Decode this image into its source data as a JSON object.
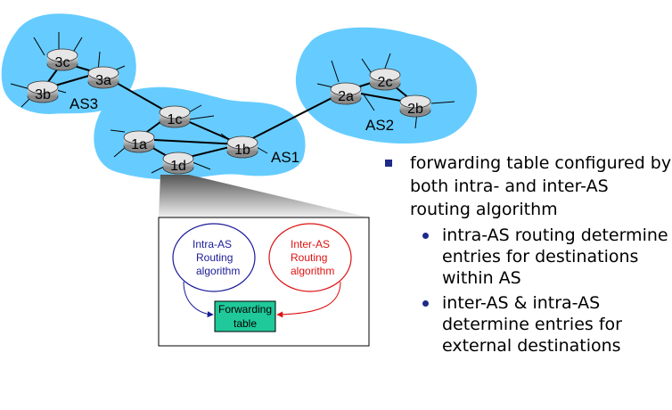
{
  "autonomous_systems": {
    "as1": "AS1",
    "as2": "AS2",
    "as3": "AS3"
  },
  "routers": {
    "r3a": "3a",
    "r3b": "3b",
    "r3c": "3c",
    "r1a": "1a",
    "r1b": "1b",
    "r1c": "1c",
    "r1d": "1d",
    "r2a": "2a",
    "r2b": "2b",
    "r2c": "2c"
  },
  "zoom_box": {
    "intra": [
      "Intra-AS",
      "Routing",
      "algorithm"
    ],
    "inter": [
      "Inter-AS",
      "Routing",
      "algorithm"
    ],
    "forwarding": [
      "Forwarding",
      "table"
    ]
  },
  "bullets": {
    "main": "forwarding table configured by both intra- and inter-AS routing algorithm",
    "sub1": "intra-AS routing determine entries for destinations within AS",
    "sub2": "inter-AS & intra-AS determine entries for external destinations"
  },
  "colors": {
    "cloud": "#66ccff",
    "forwarding_box": "#1fc99a",
    "intra_color": "#1a1a99",
    "inter_color": "#dd1111",
    "bullet_color": "#1f2a8a"
  }
}
